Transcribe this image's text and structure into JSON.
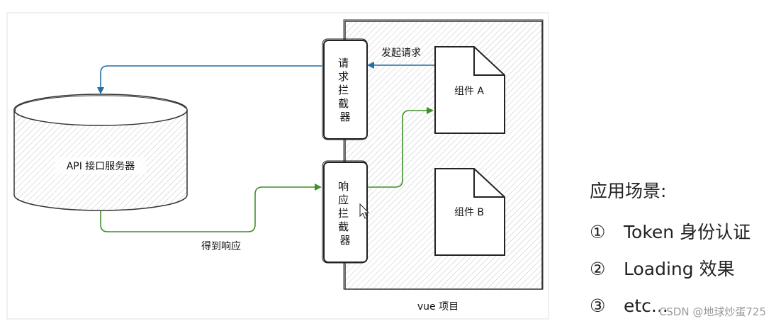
{
  "diagram": {
    "api_server_label": "API 接口服务器",
    "request_interceptor_chars": [
      "请",
      "求",
      "拦",
      "截",
      "器"
    ],
    "response_interceptor_chars": [
      "响",
      "应",
      "拦",
      "截",
      "器"
    ],
    "component_a_label": "组件 A",
    "component_b_label": "组件 B",
    "vue_project_label": "vue 项目",
    "send_request_label": "发起请求",
    "get_response_label": "得到响应",
    "request_arrow_color": "#1f6fa6",
    "response_arrow_color": "#3f8f2a"
  },
  "scenarios": {
    "title": "应用场景:",
    "items": [
      {
        "num": "①",
        "text": "Token 身份认证"
      },
      {
        "num": "②",
        "text": "Loading 效果"
      },
      {
        "num": "③",
        "text": "etc..."
      }
    ]
  },
  "watermark": "CSDN @地球炒蛋725"
}
